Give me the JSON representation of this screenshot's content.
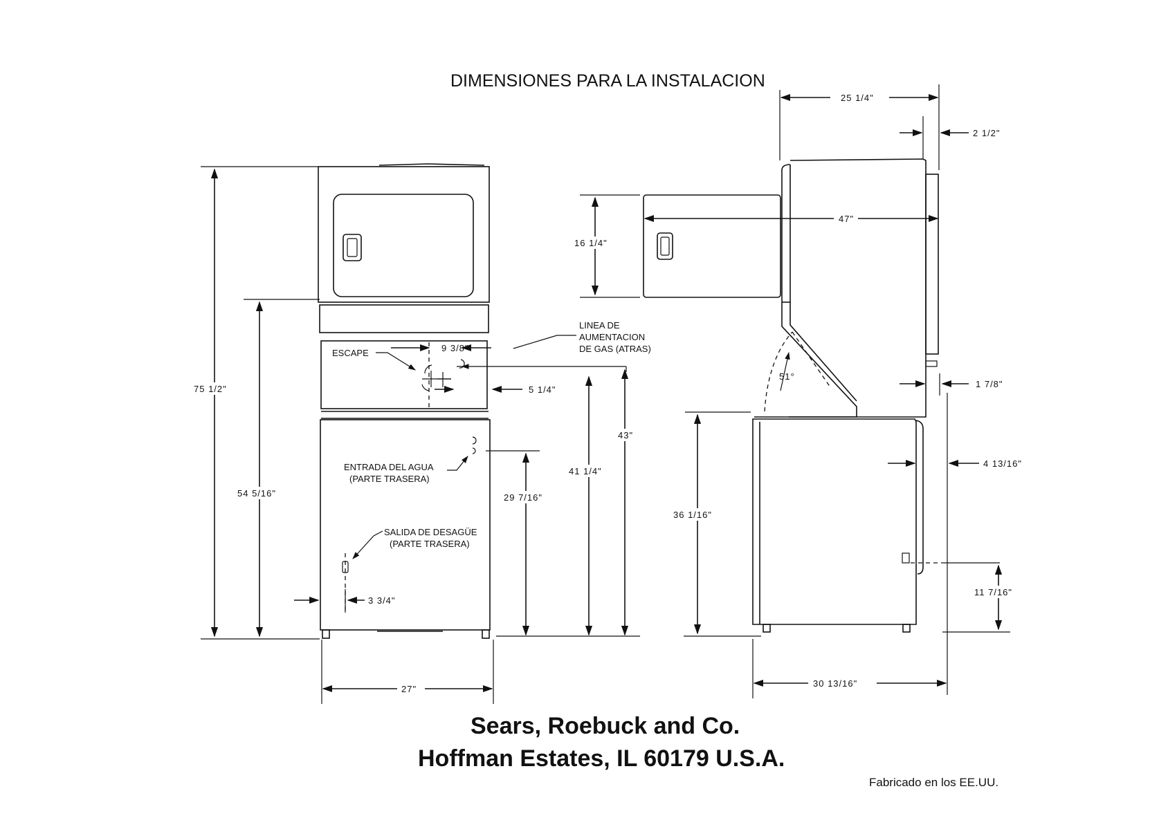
{
  "title": "DIMENSIONES PARA LA INSTALACION",
  "front_view": {
    "overall_height": "75 1/2\"",
    "lower_height": "54 5/16\"",
    "width": "27\"",
    "escape_label": "ESCAPE",
    "escape_offset": "9 3/8\"",
    "gas_offset": "5 1/4\"",
    "water_inlet_line1": "ENTRADA DEL AGUA",
    "water_inlet_line2": "(PARTE TRASERA)",
    "drain_line1": "SALIDA DE DESAGÜE",
    "drain_line2": "(PARTE TRASERA)",
    "drain_offset": "3 3/4\"",
    "water_height": "29 7/16\"",
    "gas_height": "41 1/4\"",
    "escape_height": "43\""
  },
  "gas_label": {
    "line1": "LINEA DE",
    "line2": "AUMENTACION",
    "line3": "DE GAS (ATRAS)"
  },
  "side_view": {
    "top_depth": "25 1/4\"",
    "rear_offset": "2 1/2\"",
    "door_height": "16 1/4\"",
    "open_depth": "47\"",
    "angle": "51°",
    "gas_rear": "1 7/8\"",
    "washer_height": "36 1/16\"",
    "rear_gap": "4 13/16\"",
    "drain_height": "11 7/16\"",
    "base_depth": "30 13/16\""
  },
  "footer": {
    "company": "Sears, Roebuck and Co.",
    "address": "Hoffman Estates, IL 60179 U.S.A.",
    "made_in": "Fabricado en los EE.UU."
  }
}
